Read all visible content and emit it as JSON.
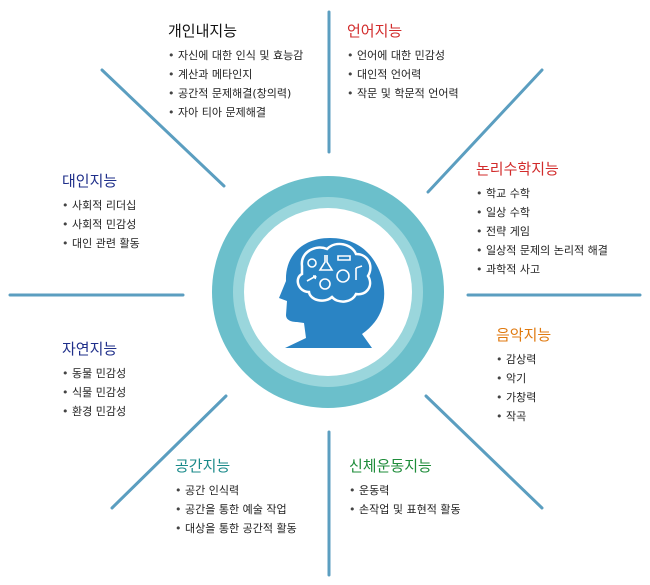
{
  "colors": {
    "line": "#5b9ec0",
    "ring_outer": "#6bbfcb",
    "ring_band": "#9ad6dc",
    "core_fill": "#ffffff",
    "head": "#2a84c4",
    "brain_white": "#ffffff"
  },
  "center": {
    "icon": "head-brain-icon"
  },
  "sections": {
    "personal": {
      "title": "개인내지능",
      "color": "#111111",
      "items": [
        "자신에 대한 인식 및 효능감",
        "계산과 메타인지",
        "공간적 문제해결(창의력)",
        "자아 티아 문제해결"
      ]
    },
    "language": {
      "title": "언어지능",
      "color": "#d22b2b",
      "items": [
        "언어에 대한 민감성",
        "대인적 언어력",
        "작문 및 학문적 언어력"
      ]
    },
    "logic": {
      "title": "논리수학지능",
      "color": "#d22b2b",
      "items": [
        "학교 수학",
        "일상 수학",
        "전략 게임",
        "일상적 문제의 논리적 해결",
        "과학적 사고"
      ]
    },
    "interpersonal": {
      "title": "대인지능",
      "color": "#1f2f8a",
      "items": [
        "사회적 리더십",
        "사회적 민감성",
        "대인 관련 활동"
      ]
    },
    "nature": {
      "title": "자연지능",
      "color": "#1f2f8a",
      "items": [
        "동물 민감성",
        "식물 민감성",
        "환경 민감성"
      ]
    },
    "music": {
      "title": "음악지능",
      "color": "#e07a10",
      "items": [
        "감상력",
        "악기",
        "가창력",
        "작곡"
      ]
    },
    "spatial": {
      "title": "공간지능",
      "color": "#1a8a8a",
      "items": [
        "공간 인식력",
        "공간을 통한 예술 작업",
        "대상을 통한 공간적 활동"
      ]
    },
    "body": {
      "title": "신체운동지능",
      "color": "#1e8c3a",
      "items": [
        "운동력",
        "손작업 및 표현적 활동"
      ]
    }
  }
}
